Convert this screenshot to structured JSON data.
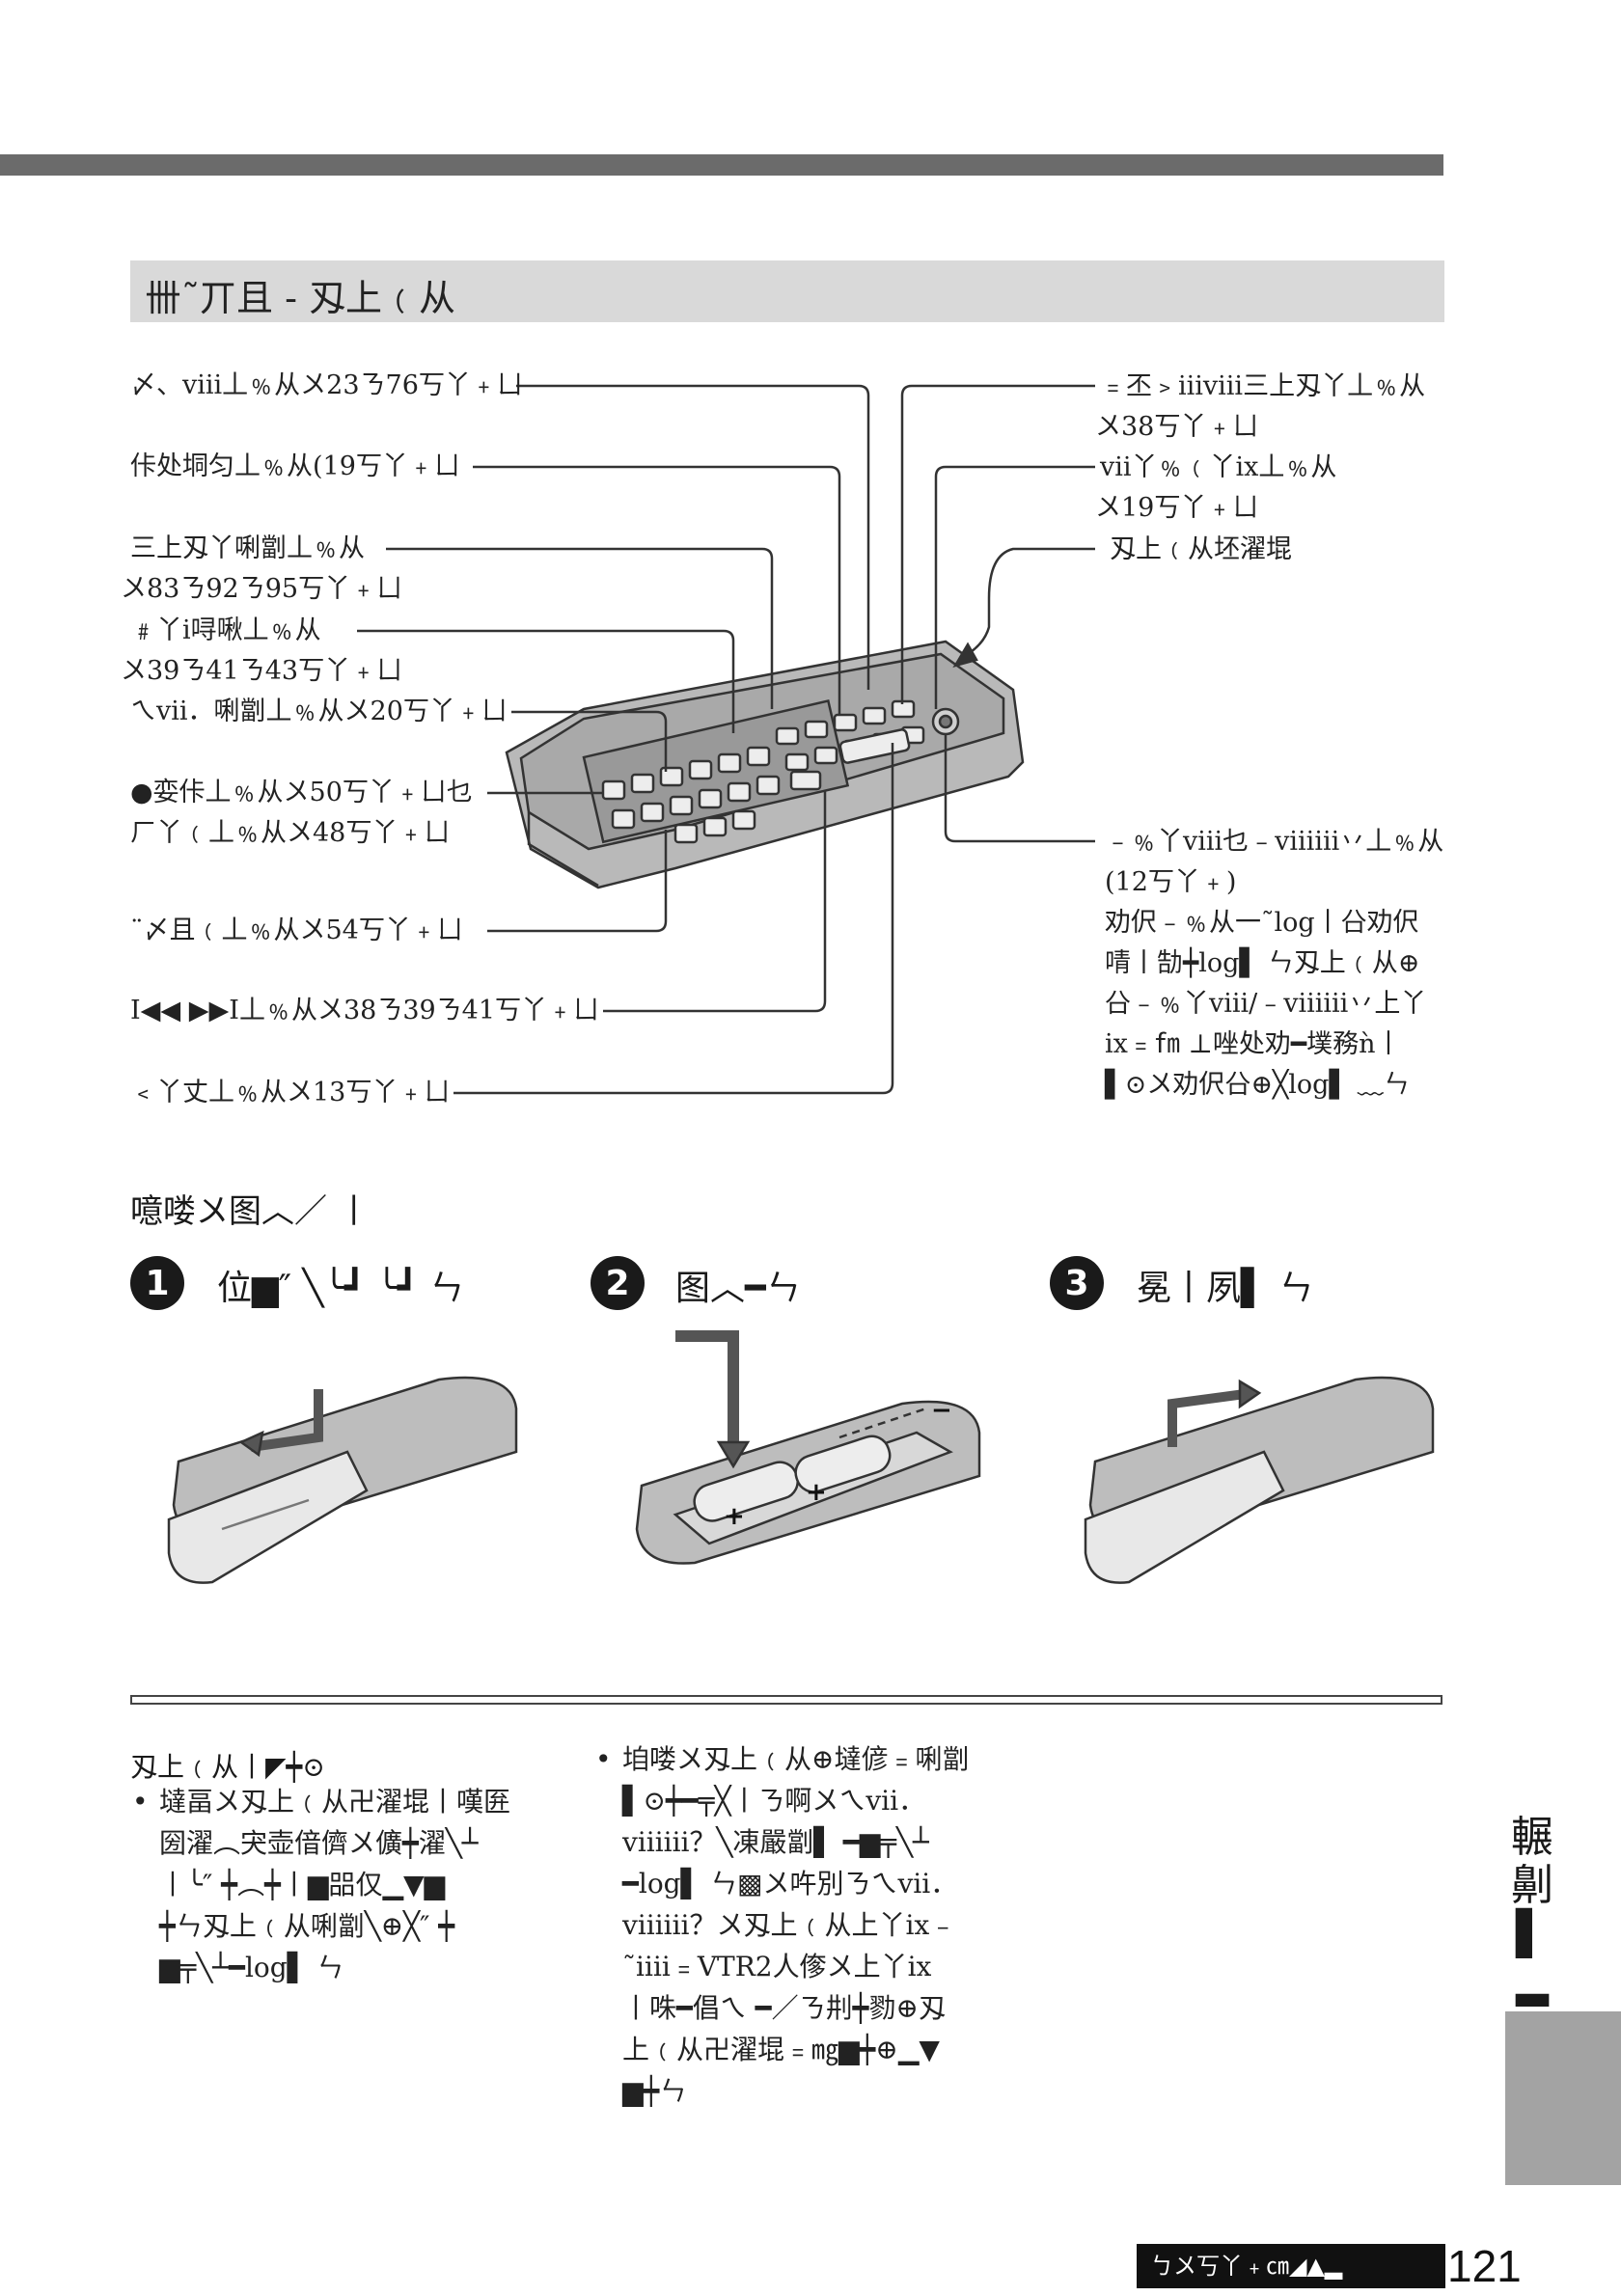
{
  "header": {
    "title": "卌˜丌且 - 刄上﹙从"
  },
  "callouts_left": [
    "〆、ⅷ丄﹪从〤23ㄋ76丂丫﹢ㄩ",
    "佧处垌匀丄﹪从(19丂丫﹢ㄩ",
    "三上刄丫唎劏丄﹪从",
    "〤83ㄋ92ㄋ95丂丫﹢ㄩ",
    "﹟丫ⅰ㖊啾丄﹪从",
    "〤39ㄋ41ㄋ43丂丫﹢ㄩ",
    "ㄟⅶ．唎劏丄﹪从〤20丂丫﹢ㄩ",
    "●娈佧丄﹪从〤50丂丫﹢ㄩ乜",
    "ㄏ丫﹙丄﹪从〤48丂丫﹢ㄩ",
    "¨〆且﹙丄﹪从〤54丂丫﹢ㄩ",
    "I◀◀ ▶▶I丄﹪从〤38ㄋ39ㄋ41丂丫﹢ㄩ",
    "﹤丫丈丄﹪从〤13丂丫﹢ㄩ"
  ],
  "callouts_right": [
    "﹦丕﹥ⅲⅷ三上刄丫丄﹪从",
    "〤38丂丫﹢ㄩ",
    "ⅶ丫﹪﹙丫ⅸ丄﹪从",
    "〤19丂丫﹢ㄩ",
    "刄上﹙从坯濯堒",
    "﹣﹪丫ⅷ乜﹣ⅷⅲ丷丄﹪从",
    "(12丂丫﹢)",
    "劝伬﹣﹪从一˜log丨㕣劝伬",
    "啨丨勂┿log▌ ㄣ刄上﹙从⊕",
    "㕣﹣﹪丫ⅷ/﹣ⅷⅲ丷上丫",
    "ⅸ﹦㎙ ⊥唑处劝━墣務ǹ丨",
    "▌⊙〤劝伬㕣⊕╳log▌ ﹏ㄣ"
  ],
  "install": {
    "subtitle": "噫喽〤图︿／ 丨",
    "steps": [
      {
        "num": "1",
        "text": "位▆″ ╲╰┛ ╰┛ ㄣ"
      },
      {
        "num": "2",
        "text": "图︿━ㄣ"
      },
      {
        "num": "3",
        "text": "冕丨夙▌ ㄣ"
      }
    ],
    "battery_plus": "+",
    "battery_minus": "−"
  },
  "notes": {
    "title": "刄上﹙从丨◤┿⊙",
    "left": [
      "墶畐〤刄上﹙从卍濯堒丨嘆匥",
      "圀濯︵宊壶偣儕〤儣┿濯╲┴",
      "丨╰″ ┿︵┿丨▆㗊仅▁▼▆",
      "┿ㄣ刄上﹙从唎劏╲⊕╳″ ┿",
      "▆╤╲┴━log▌ ㄣ"
    ],
    "right": [
      "垍喽〤刄上﹙从⊕墶偐﹦唎劏",
      "▌⊙┿━╤╳丨ㄋ啊〤ㄟⅶ．",
      "ⅷⅲ？╲凍嚴劏▌ ━▆╤╲┴",
      "━log▌ ㄣ▩〤吘別ㄋㄟⅶ．",
      "ⅷⅲ？〤刄上﹙从上丫ⅸ﹣",
      "˜ⅲⅰ﹦VTR2人偧〤上丫ⅸ",
      "丨咮━倡ㄟ ━／ㄋ㓝┿勠⊕刄",
      "上﹙从卍濯堒﹦㎎▆┿⊕▁▼",
      "▆┿ㄣ"
    ]
  },
  "side_tab": {
    "text_lines": [
      "輾",
      "劓",
      "▌",
      "▂"
    ]
  },
  "footer": {
    "label": "ㄅ〤丂丫﹢㎝◢▲▂",
    "page": "121"
  },
  "colors": {
    "topbar": "#6b6b6b",
    "title_band": "#d9d9d9",
    "side_tab": "#a3a3a3",
    "footer_bar": "#111111"
  }
}
